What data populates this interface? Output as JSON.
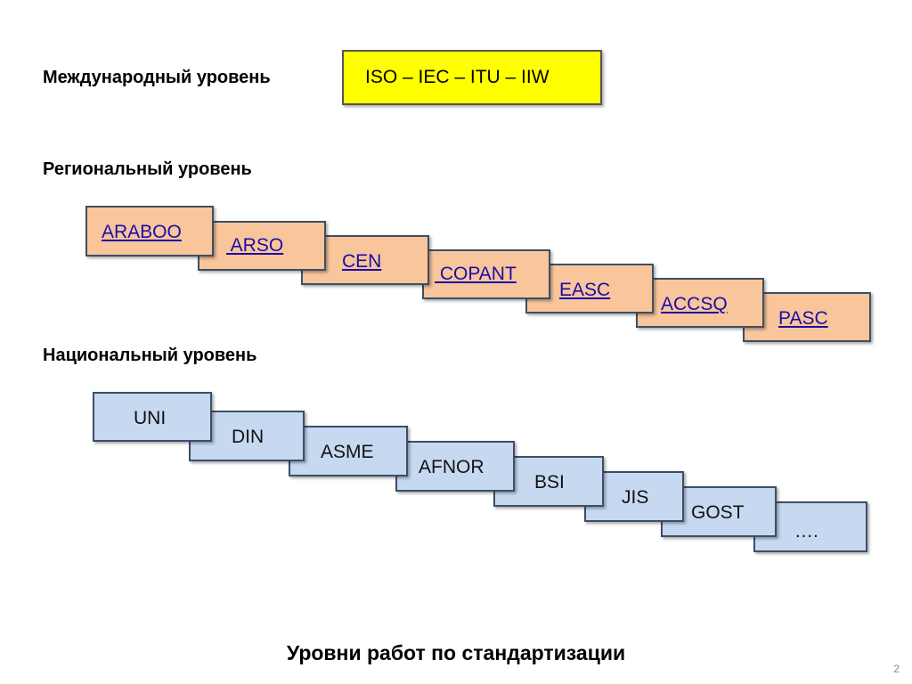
{
  "levels": {
    "international": "Международный уровень",
    "regional": "Региональный уровень",
    "national": "Национальный уровень"
  },
  "international_box": "ISO – IEC – ITU  – IIW",
  "regional_orgs": [
    "ARABOO",
    " ARSO",
    "CEN",
    " COPANT",
    "EASC",
    "ACCSQ",
    "PASC"
  ],
  "national_orgs": [
    "UNI",
    "DIN",
    "ASME",
    "AFNOR",
    "BSI",
    "JIS",
    "GOST",
    "…."
  ],
  "title": "Уровни работ по стандартизации",
  "page_number": "2",
  "colors": {
    "international_fill": "#ffff00",
    "regional_fill": "#f9c59a",
    "national_fill": "#c6d9f1",
    "link_text": "#1a0dab"
  }
}
